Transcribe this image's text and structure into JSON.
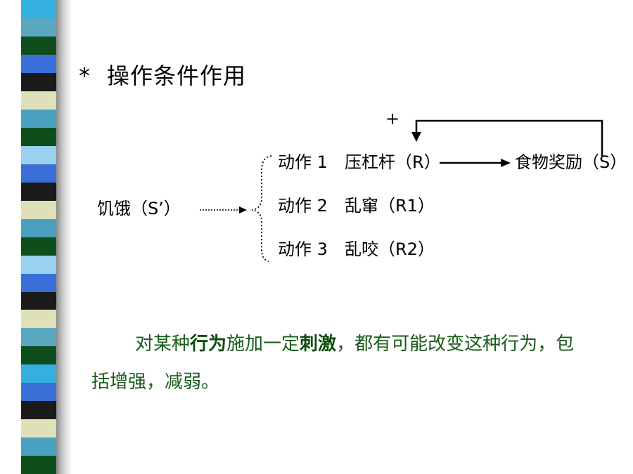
{
  "slide": {
    "bullet": "*",
    "title": "操作条件作用"
  },
  "stripe_colors": [
    "#33b0e0",
    "#5aa8c0",
    "#0f4d1c",
    "#3a6fd8",
    "#1a1a1a",
    "#e0e0b8",
    "#4aa0c0",
    "#0f4d1c",
    "#9ad0f0",
    "#3a6fd8",
    "#1a1a1a",
    "#e0e0b8",
    "#4aa0c0",
    "#0f4d1c",
    "#9ad0f0",
    "#3a6fd8",
    "#1a1a1a",
    "#e0e0b8",
    "#5aa8c0",
    "#0f4d1c",
    "#33b0e0",
    "#3a6fd8",
    "#1a1a1a",
    "#e0e0b8",
    "#4aa0c0",
    "#0f4d1c"
  ],
  "diagram": {
    "plus": "+",
    "stimulus": "饥饿（S’）",
    "action1": "动作 1",
    "action1_desc": "压杠杆（R）",
    "reward": "食物奖励（S）",
    "action2": "动作 2",
    "action2_desc": "乱窜（R1）",
    "action3": "动作 3",
    "action3_desc": "乱咬（R2）"
  },
  "paragraph": {
    "part1": "对某种",
    "bold1": "行为",
    "part2": "施加一定",
    "bold2": "刺激",
    "part3": "，都有可能改变这种行为，包括增强，减弱。"
  }
}
